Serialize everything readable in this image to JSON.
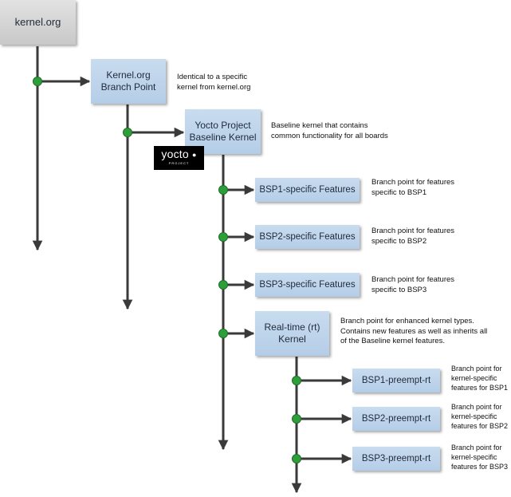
{
  "nodes": {
    "kernel_org": {
      "label": "kernel.org"
    },
    "branch_point": {
      "lines": [
        "Kernel.org",
        "Branch Point"
      ]
    },
    "yocto_baseline": {
      "lines": [
        "Yocto Project",
        "Baseline Kernel"
      ]
    },
    "bsp1_features": {
      "label": "BSP1-specific Features"
    },
    "bsp2_features": {
      "label": "BSP2-specific Features"
    },
    "bsp3_features": {
      "label": "BSP3-specific Features"
    },
    "rt_kernel": {
      "lines": [
        "Real-time (rt)",
        "Kernel"
      ]
    },
    "bsp1_preempt": {
      "label": "BSP1-preempt-rt"
    },
    "bsp2_preempt": {
      "label": "BSP2-preempt-rt"
    },
    "bsp3_preempt": {
      "label": "BSP3-preempt-rt"
    }
  },
  "descriptions": {
    "branch_point": [
      "Identical to a specific",
      "kernel from kernel.org"
    ],
    "yocto_baseline": [
      "Baseline kernel that contains",
      "common functionality for all boards"
    ],
    "bsp1_features": [
      "Branch point for features",
      "specific to BSP1"
    ],
    "bsp2_features": [
      "Branch point for features",
      "specific to BSP2"
    ],
    "bsp3_features": [
      "Branch point for features",
      "specific to BSP3"
    ],
    "rt_kernel": [
      "Branch point for enhanced kernel types.",
      "Contains new features as well as inherits all",
      "of the Baseline kernel features."
    ],
    "bsp1_preempt": [
      "Branch point for",
      "kernel-specific",
      "features for BSP1"
    ],
    "bsp2_preempt": [
      "Branch point for",
      "kernel-specific",
      "features for BSP2"
    ],
    "bsp3_preempt": [
      "Branch point for",
      "kernel-specific",
      "features for BSP3"
    ]
  },
  "logo": {
    "word": "yocto",
    "sub": "PROJECT"
  },
  "colors": {
    "box_blue": "#b9d1ea",
    "box_gray": "#cccccc",
    "line": "#3a3a3a",
    "junction": "#2e9e3a"
  }
}
